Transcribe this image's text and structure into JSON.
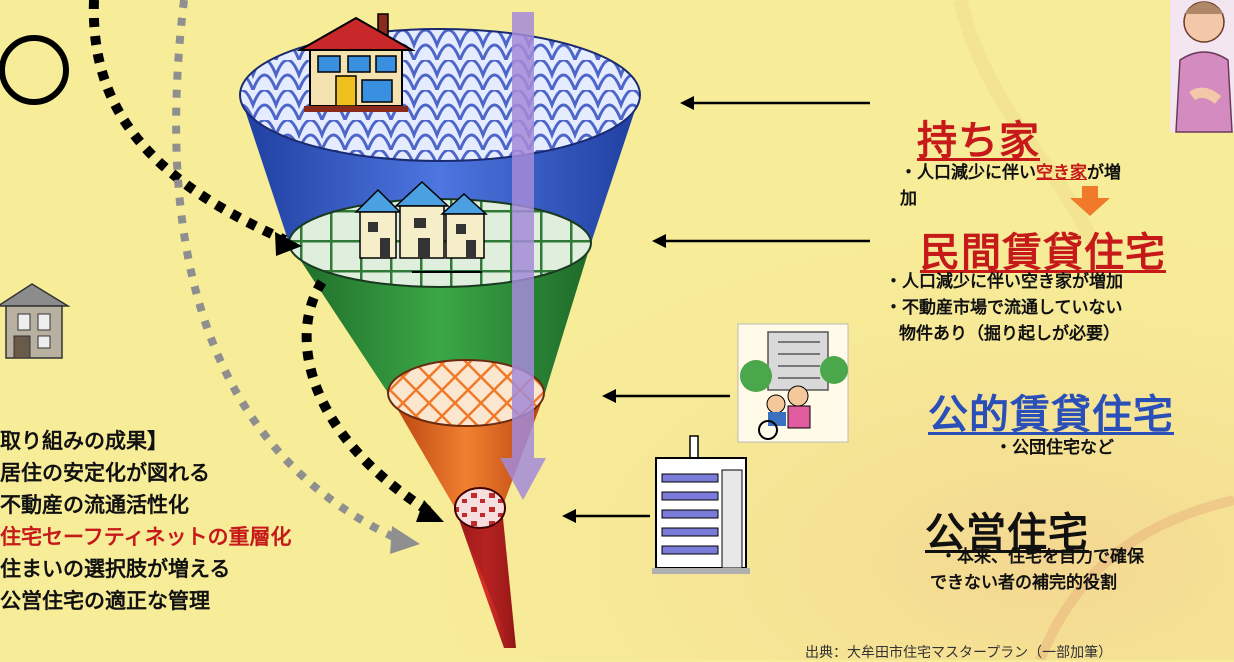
{
  "tiers": [
    {
      "title": "持ち家",
      "title_color": "#c61a1a",
      "notes": [
        {
          "pre": "・人口減少に伴い",
          "hl": "空き家",
          "post": "が増"
        },
        {
          "pre": "加",
          "hl": "",
          "post": ""
        }
      ]
    },
    {
      "title": "民間賃貸住宅",
      "title_color": "#c61a1a",
      "notes": [
        {
          "pre": "・人口減少に伴い空き家が増加",
          "hl": "",
          "post": ""
        },
        {
          "pre": "・不動産市場で流通していない",
          "hl": "",
          "post": ""
        },
        {
          "pre": "物件あり（掘り起しが必要）",
          "hl": "",
          "post": ""
        }
      ]
    },
    {
      "title": "公的賃貸住宅",
      "title_color": "#2a4fb8",
      "notes": [
        {
          "pre": "・公団住宅など",
          "hl": "",
          "post": ""
        }
      ]
    },
    {
      "title": "公営住宅",
      "title_color": "#111111",
      "notes": [
        {
          "pre": "・本来、住宅を自力で確保",
          "hl": "",
          "post": ""
        },
        {
          "pre": "できない者の補完的役割",
          "hl": "",
          "post": ""
        }
      ]
    }
  ],
  "circle_mark": "○",
  "results": {
    "heading": "取り組みの成果】",
    "items": [
      {
        "text": "居住の安定化が図れる",
        "highlight": false
      },
      {
        "text": "不動産の流通活性化",
        "highlight": false
      },
      {
        "text": "住宅セーフティネットの重層化",
        "highlight": true
      },
      {
        "text": "住まいの選択肢が増える",
        "highlight": false
      },
      {
        "text": "公営住宅の適正な管理",
        "highlight": false
      }
    ]
  },
  "source": "出典：大牟田市住宅マスタープラン（一部加筆）",
  "colors": {
    "background": "#f7ec98",
    "accent_red": "#c61a1a",
    "accent_blue": "#2a4fb8",
    "arrow_orange": "#f07a2a"
  },
  "icons": [
    "house-icon",
    "townhouse-icon",
    "care-facility-icon",
    "apartment-building-icon",
    "old-house-icon",
    "person-icon"
  ]
}
